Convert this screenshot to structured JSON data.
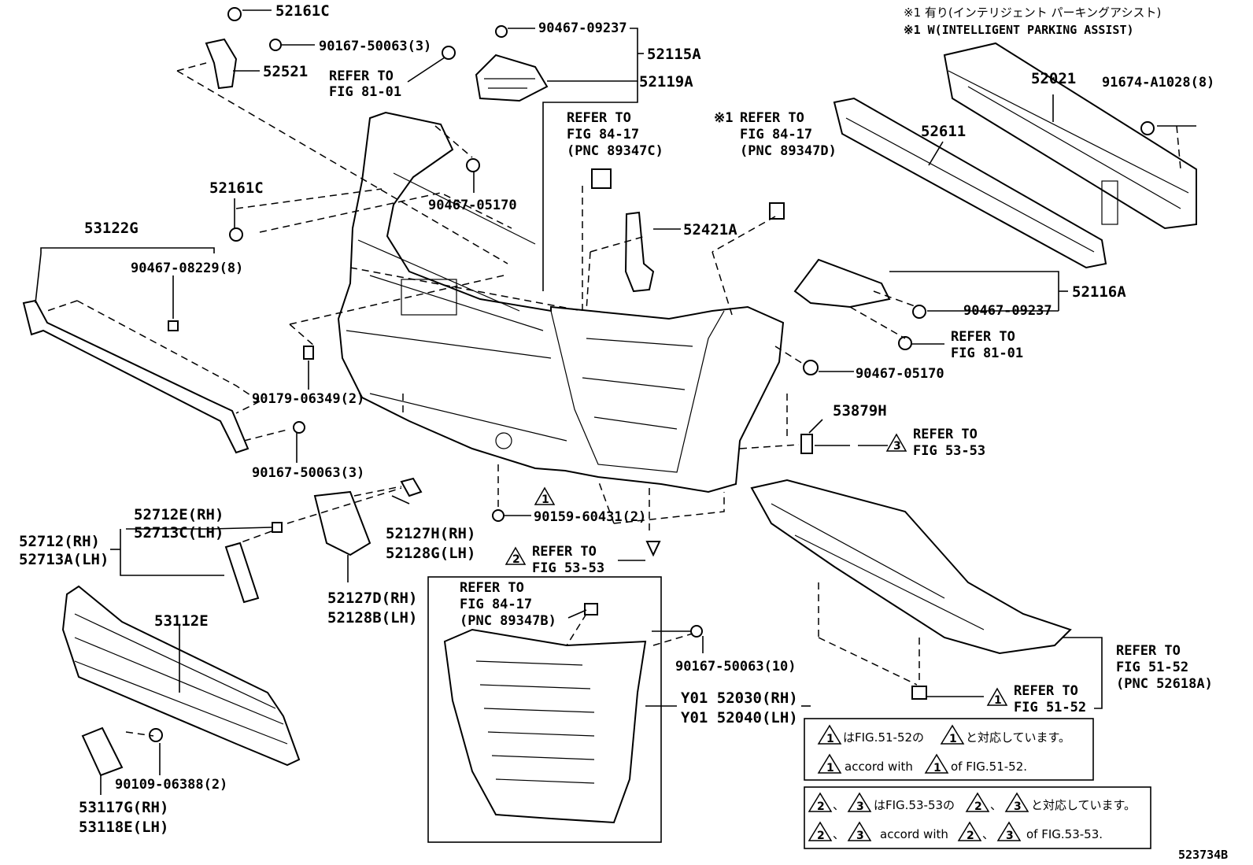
{
  "notes": {
    "line1": "※1 有り(インテリジェント パーキングアシスト)",
    "line2": "※1 W(INTELLIGENT PARKING ASSIST)"
  },
  "parts": {
    "p52161C_top": "52161C",
    "p90167_50063_3_top": "90167-50063(3)",
    "p52521": "52521",
    "refer_81_01_a": [
      "REFER TO",
      "FIG 81-01"
    ],
    "p90467_09237_top": "90467-09237",
    "p52115A": "52115A",
    "p52119A": "52119A",
    "refer_84_17_c": [
      "REFER TO",
      "FIG 84-17",
      "(PNC 89347C)"
    ],
    "refer_84_17_d_mark": "※1",
    "refer_84_17_d": [
      "REFER TO",
      "FIG 84-17",
      "(PNC 89347D)"
    ],
    "p52021": "52021",
    "p91674": "91674-A1028(8)",
    "p52611": "52611",
    "p90467_05170_a": "90467-05170",
    "p52161C_mid": "52161C",
    "p53122G": "53122G",
    "p90467_08229": "90467-08229(8)",
    "p52421A": "52421A",
    "p52116A": "52116A",
    "p90467_09237_r": "90467-09237",
    "refer_81_01_b": [
      "REFER TO",
      "FIG 81-01"
    ],
    "p90467_05170_b": "90467-05170",
    "p90179": "90179-06349(2)",
    "p53879H": "53879H",
    "refer_53_53_a": [
      "REFER TO",
      "FIG 53-53"
    ],
    "p90167_50063_3_low": "90167-50063(3)",
    "p52712E": "52712E(RH)",
    "p52713C": "52713C(LH)",
    "p52712": "52712(RH)",
    "p52713A": "52713A(LH)",
    "p52127H": "52127H(RH)",
    "p52128G": "52128G(LH)",
    "p90159": "90159-60431(2)",
    "refer_53_53_b": [
      "REFER TO",
      "FIG 53-53"
    ],
    "p52127D": "52127D(RH)",
    "p52128B": "52128B(LH)",
    "p53112E": "53112E",
    "refer_84_17_b": [
      "REFER TO",
      "FIG 84-17",
      "(PNC 89347B)"
    ],
    "p90167_50063_10": "90167-50063(10)",
    "refer_51_52_a": [
      "REFER TO",
      "FIG 51-52",
      "(PNC 52618A)"
    ],
    "refer_51_52_b": [
      "REFER TO",
      "FIG 51-52"
    ],
    "y01_52030": "Y01 52030(RH)",
    "y01_52040": "Y01 52040(LH)",
    "p90109": "90109-06388(2)",
    "p53117G": "53117G(RH)",
    "p53118E": "53118E(LH)"
  },
  "legend": {
    "box1_jp_a": "はFIG.51-52の",
    "box1_jp_b": "と対応しています。",
    "box1_en_a": "accord with",
    "box1_en_b": "of FIG.51-52.",
    "box2_sep": "、",
    "box2_jp_a": "はFIG.53-53の",
    "box2_jp_b": "と対応しています。",
    "box2_en_a": "accord with",
    "box2_en_b": "of FIG.53-53."
  },
  "markers": {
    "one": "1",
    "two": "2",
    "three": "3"
  },
  "figure_code": "523734B"
}
